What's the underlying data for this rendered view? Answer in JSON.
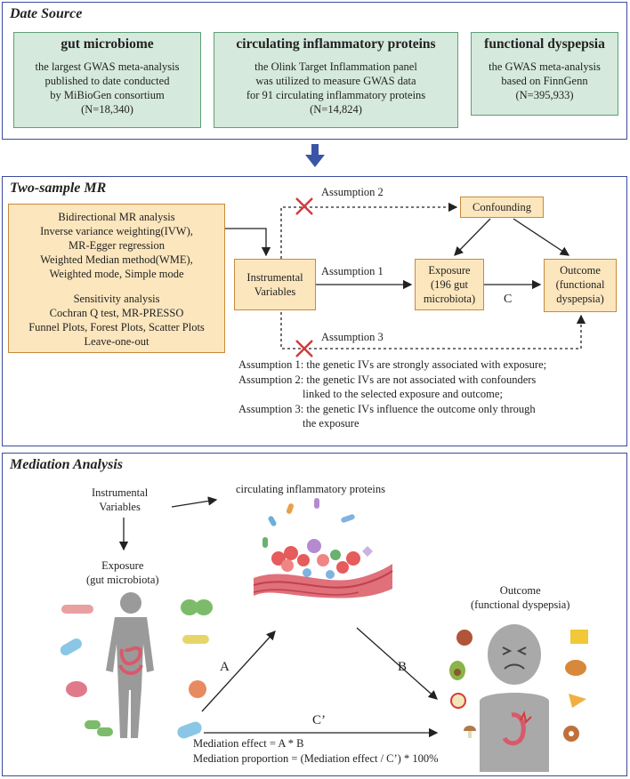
{
  "data_source": {
    "title": "Date Source",
    "boxes": [
      {
        "heading": "gut microbiome",
        "lines": [
          "the largest GWAS meta-analysis",
          "published to date conducted",
          "by MiBioGen consortium",
          "(N=18,340)"
        ]
      },
      {
        "heading": "circulating inflammatory proteins",
        "lines": [
          "the Olink Target Inflammation panel",
          "was utilized to measure GWAS data",
          "for 91 circulating inflammatory proteins",
          "(N=14,824)"
        ]
      },
      {
        "heading": "functional dyspepsia",
        "lines": [
          "the GWAS meta-analysis",
          "based on FinnGenn",
          "(N=395,933)"
        ]
      }
    ]
  },
  "mr": {
    "title": "Two-sample MR",
    "methods_lines": [
      "Bidirectional MR analysis",
      "Inverse variance weighting(IVW),",
      "MR-Egger regression",
      "Weighted Median method(WME),",
      "Weighted mode, Simple mode"
    ],
    "sensitivity_lines": [
      "Sensitivity analysis",
      "Cochran Q test, MR-PRESSO",
      "Funnel Plots, Forest Plots, Scatter Plots",
      "Leave-one-out"
    ],
    "iv_lines": [
      "Instrumental",
      "Variables"
    ],
    "confounding": "Confounding",
    "exposure_lines": [
      "Exposure",
      "(196 gut",
      "microbiota)"
    ],
    "outcome_lines": [
      "Outcome",
      "(functional",
      "dyspepsia)"
    ],
    "assumption1_label": "Assumption 1",
    "assumption2_label": "Assumption 2",
    "assumption3_label": "Assumption 3",
    "c_label": "C",
    "assumption_notes": [
      "Assumption 1: the genetic IVs are strongly associated with exposure;",
      "Assumption 2: the genetic IVs are not associated with confounders",
      "linked to the selected exposure and outcome;",
      "Assumption 3: the genetic IVs influence the outcome only through",
      "the exposure"
    ]
  },
  "mediation": {
    "title": "Mediation Analysis",
    "iv_lines": [
      "Instrumental",
      "Variables"
    ],
    "proteins_label": "circulating inflammatory proteins",
    "exposure_lines": [
      "Exposure",
      "(gut microbiota)"
    ],
    "outcome_lines": [
      "Outcome",
      "(functional dyspepsia)"
    ],
    "path_a": "A",
    "path_b": "B",
    "path_c_prime": "C’",
    "formula1": "Mediation effect = A * B",
    "formula2": "Mediation proportion = (Mediation effect / C’) * 100%"
  },
  "colors": {
    "panel_border": "#3c4c9c",
    "green_fill": "#d5e9dc",
    "orange_fill": "#fce6bd",
    "arrow_blue": "#3b54a8",
    "cross_red": "#d43a3a"
  }
}
